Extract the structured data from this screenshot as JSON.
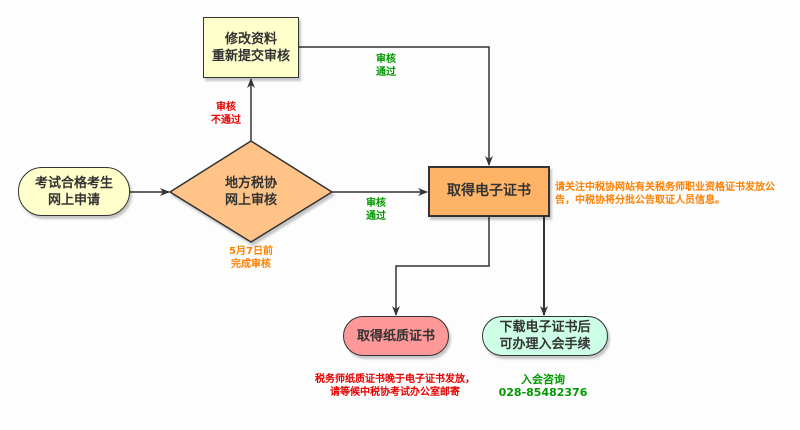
{
  "diagram": {
    "type": "flowchart",
    "colors": {
      "background": "#fdfdfd",
      "start_fill": "#ffffcc",
      "revise_fill": "#ffffcc",
      "decision_fill": "#ffc387",
      "cert_fill": "#ffb366",
      "paper_fill": "#ff9999",
      "download_fill": "#ccffe6",
      "stroke": "#333333",
      "reject_text": "#e60000",
      "approve_text": "#009900",
      "note_text": "#ff8000"
    },
    "nodes": {
      "start": {
        "shape": "rounded-rect",
        "lines": [
          "考试合格考生",
          "网上申请"
        ]
      },
      "review": {
        "shape": "diamond",
        "lines": [
          "地方税协",
          "网上审核"
        ]
      },
      "revise": {
        "shape": "rect",
        "lines": [
          "修改资料",
          "重新提交审核"
        ]
      },
      "certificate": {
        "shape": "rect",
        "lines": [
          "取得电子证书"
        ]
      },
      "paper": {
        "shape": "rounded-rect",
        "lines": [
          "取得纸质证书"
        ]
      },
      "download": {
        "shape": "rounded-rect",
        "lines": [
          "下载电子证书后",
          "可办理入会手续"
        ]
      }
    },
    "edges": [
      {
        "from": "start",
        "to": "review"
      },
      {
        "from": "review",
        "to": "revise",
        "label": [
          "审核",
          "不通过"
        ]
      },
      {
        "from": "revise",
        "to": "certificate",
        "label": [
          "审核",
          "通过"
        ]
      },
      {
        "from": "review",
        "to": "certificate",
        "label": [
          "审核",
          "通过"
        ]
      },
      {
        "from": "certificate",
        "to": "paper"
      },
      {
        "from": "certificate",
        "to": "download"
      }
    ],
    "annotations": {
      "reject": [
        "审核",
        "不通过"
      ],
      "deadline": [
        "5月7日前",
        "完成审核"
      ],
      "approve_top": [
        "审核",
        "通过"
      ],
      "approve_mid": [
        "审核",
        "通过"
      ],
      "notice": "请关注中税协网站有关税务师职业资格证书发放公告，中税协将分批公告取证人员信息。",
      "paper_note": [
        "税务师纸质证书晚于电子证书发放，",
        "请等候中税协考试办公室邮寄"
      ],
      "contact": [
        "入会咨询",
        "028-85482376"
      ]
    }
  }
}
